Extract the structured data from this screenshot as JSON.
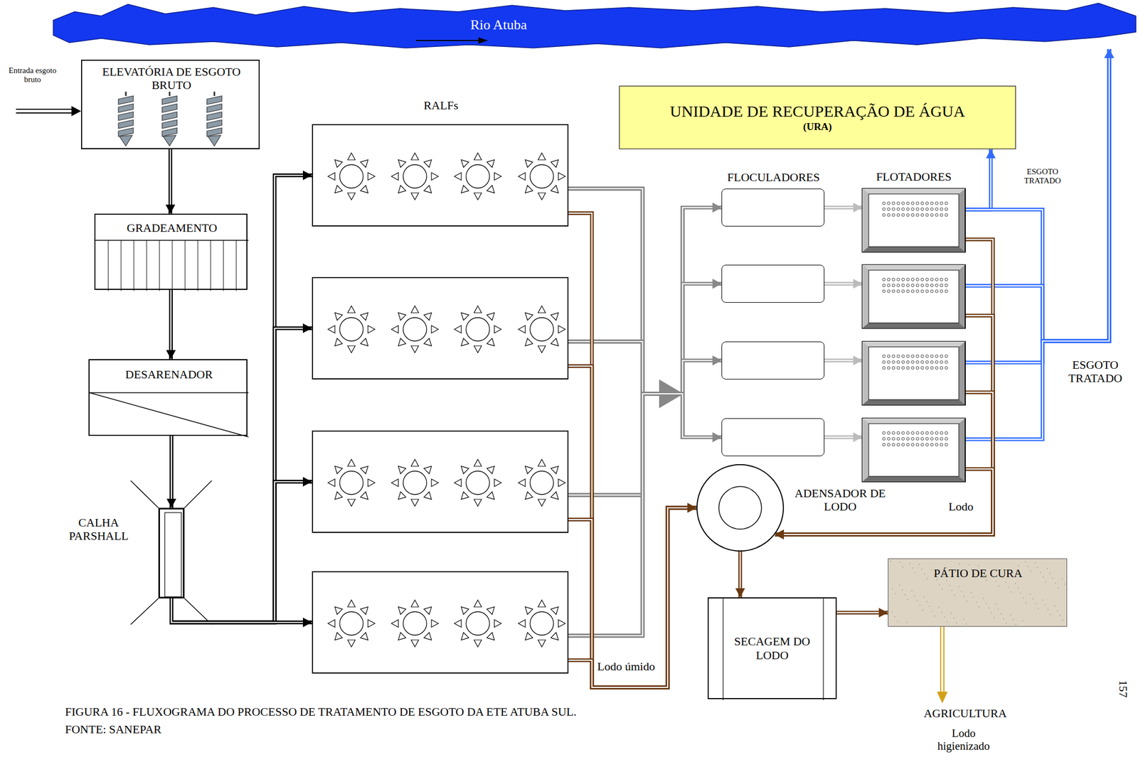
{
  "diagram": {
    "caption": "FIGURA 16 - FLUXOGRAMA DO PROCESSO DE TRATAMENTO DE ESGOTO DA ETE ATUBA SUL.",
    "nodes": [
      {
        "text": [
          "Rio Atuba"
        ]
      },
      {
        "text": [
          "ELEVATÓRIA DE ESGOTO BRUTO"
        ]
      },
      {
        "text": [
          "GRADEAMENTO"
        ]
      },
      {
        "text": [
          "DESARENADOR"
        ]
      },
      {
        "text": [
          "CALHA PARSHALL"
        ]
      },
      {
        "text": [
          "RALFs"
        ]
      },
      {
        "text": []
      },
      {
        "text": []
      },
      {
        "text": []
      },
      {
        "text": [
          "UNIDADE DE RECUPERAÇÃO DE ÁGUA",
          "(URA)"
        ]
      },
      {
        "text": [
          "FLOCULADORES"
        ]
      },
      {
        "text": []
      },
      {
        "text": []
      },
      {
        "text": []
      },
      {
        "text": [
          "FLOTADORES"
        ]
      },
      {
        "text": []
      },
      {
        "text": []
      },
      {
        "text": []
      },
      {
        "text": [
          "ADENSADOR DE LODO"
        ]
      },
      {
        "text": [
          "SECAGEM DO LODO"
        ]
      },
      {
        "text": [
          "PÁTIO DE CURA"
        ]
      }
    ],
    "edges": [
      {
        "from": 1,
        "to": 2,
        "arrow": "to"
      },
      {
        "from": 2,
        "to": 3,
        "arrow": "to"
      },
      {
        "from": 3,
        "to": 4,
        "arrow": "to"
      },
      {
        "from": 4,
        "to": 5,
        "arrow": "to"
      },
      {
        "from": 4,
        "to": 6,
        "arrow": "to"
      },
      {
        "from": 4,
        "to": 7,
        "arrow": "to"
      },
      {
        "from": 4,
        "to": 8,
        "arrow": "to"
      },
      {
        "from": 5,
        "to": 10,
        "arrow": "to"
      },
      {
        "from": 5,
        "to": 11,
        "arrow": "to"
      },
      {
        "from": 5,
        "to": 12,
        "arrow": "to"
      },
      {
        "from": 5,
        "to": 13,
        "arrow": "to"
      },
      {
        "from": 6,
        "to": 10,
        "arrow": "to"
      },
      {
        "from": 6,
        "to": 11,
        "arrow": "to"
      },
      {
        "from": 6,
        "to": 12,
        "arrow": "to"
      },
      {
        "from": 6,
        "to": 13,
        "arrow": "to"
      },
      {
        "from": 7,
        "to": 10,
        "arrow": "to"
      },
      {
        "from": 7,
        "to": 11,
        "arrow": "to"
      },
      {
        "from": 7,
        "to": 12,
        "arrow": "to"
      },
      {
        "from": 7,
        "to": 13,
        "arrow": "to"
      },
      {
        "from": 8,
        "to": 10,
        "arrow": "to"
      },
      {
        "from": 8,
        "to": 11,
        "arrow": "to"
      },
      {
        "from": 8,
        "to": 12,
        "arrow": "to"
      },
      {
        "from": 8,
        "to": 13,
        "arrow": "to"
      },
      {
        "from": 10,
        "to": 14,
        "arrow": "to"
      },
      {
        "from": 11,
        "to": 15,
        "arrow": "to"
      },
      {
        "from": 12,
        "to": 16,
        "arrow": "to"
      },
      {
        "from": 13,
        "to": 17,
        "arrow": "to"
      },
      {
        "from": 14,
        "to": 9,
        "arrow": "to"
      },
      {
        "from": 14,
        "to": 0,
        "arrow": "to"
      },
      {
        "from": 15,
        "to": 0,
        "arrow": "to"
      },
      {
        "from": 16,
        "to": 0,
        "arrow": "to"
      },
      {
        "from": 17,
        "to": 0,
        "arrow": "to"
      },
      {
        "from": 5,
        "to": 18,
        "arrow": "to"
      },
      {
        "from": 6,
        "to": 18,
        "arrow": "to"
      },
      {
        "from": 7,
        "to": 18,
        "arrow": "to"
      },
      {
        "from": 8,
        "to": 18,
        "arrow": "to"
      },
      {
        "from": 14,
        "to": 18,
        "arrow": "to"
      },
      {
        "from": 15,
        "to": 18,
        "arrow": "to"
      },
      {
        "from": 16,
        "to": 18,
        "arrow": "to"
      },
      {
        "from": 17,
        "to": 18,
        "arrow": "to"
      },
      {
        "from": 18,
        "to": 19,
        "arrow": "to"
      },
      {
        "from": 19,
        "to": 20,
        "arrow": "to"
      }
    ],
    "labels": [
      "Entrada esgoto bruto",
      "ESGOTO TRATADO",
      "ESGOTO TRATADO",
      "Lodo",
      "Lodo úmido",
      "AGRICULTURA",
      "Lodo higienizado",
      "FONTE: SANEPAR",
      "157"
    ]
  }
}
